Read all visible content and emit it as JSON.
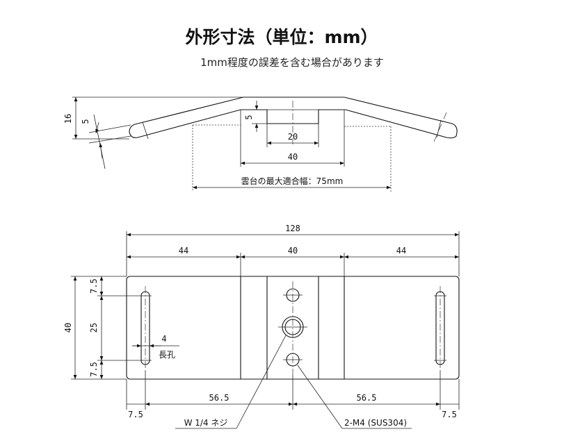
{
  "header": {
    "title": "外形寸法（単位：mm）",
    "subtitle": "1mm程度の誤差を含む場合があります"
  },
  "side_view": {
    "height_total": "16",
    "bend_rise": "5",
    "recess_depth": "5",
    "slot_width": "20",
    "pad_width": "40",
    "max_fit_label": "雲台の最大適合幅：75mm"
  },
  "top_view": {
    "overall_length": "128",
    "left_span": "44",
    "center_span": "40",
    "right_span": "44",
    "overall_width": "40",
    "edge_offset_top": "7.5",
    "slot_length": "25",
    "edge_offset_bottom": "7.5",
    "slot_width_label": "4",
    "slot_label": "長孔",
    "left_hole_distance": "56.5",
    "right_hole_distance": "56.5",
    "left_edge_offset": "7.5",
    "right_edge_offset": "7.5",
    "thread_center_label": "W 1/4 ネジ",
    "thread_side_label": "2-M4 (SUS304)"
  }
}
